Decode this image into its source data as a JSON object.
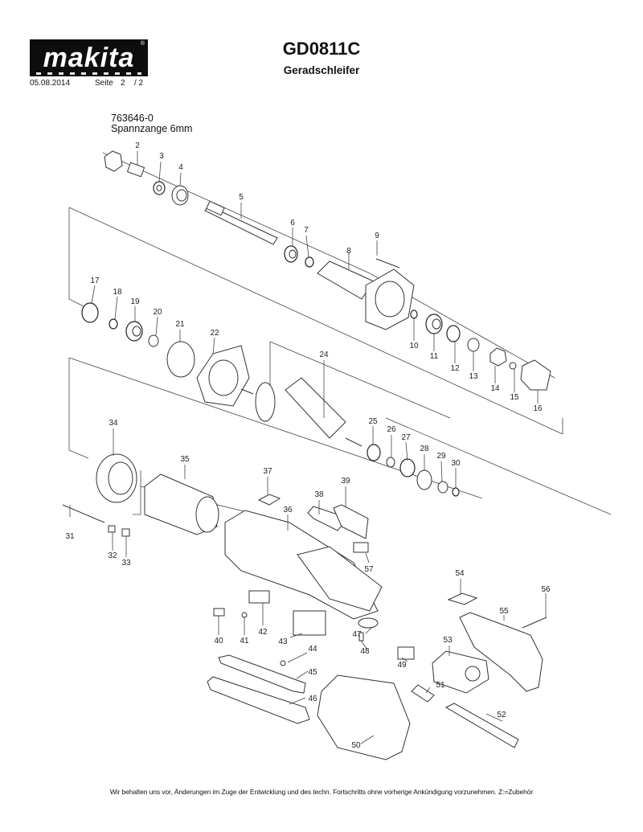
{
  "header": {
    "brand": "makita",
    "registered_mark": "®",
    "date": "05.08.2014",
    "page_label": "Seite",
    "page_number": "2",
    "page_total": "/ 2",
    "model": "GD0811C",
    "title": "Geradschleifer"
  },
  "kit": {
    "number": "763646-0",
    "name": "Spannzange 6mm"
  },
  "parts": [
    "2",
    "3",
    "4",
    "5",
    "6",
    "7",
    "8",
    "9",
    "10",
    "11",
    "12",
    "13",
    "14",
    "15",
    "16",
    "17",
    "18",
    "19",
    "20",
    "21",
    "22",
    "24",
    "25",
    "26",
    "27",
    "28",
    "29",
    "30",
    "31",
    "32",
    "33",
    "34",
    "35",
    "36",
    "37",
    "38",
    "39",
    "40",
    "41",
    "42",
    "43",
    "44",
    "45",
    "46",
    "47",
    "48",
    "49",
    "50",
    "51",
    "52",
    "53",
    "54",
    "55",
    "56",
    "57"
  ],
  "footer": "Wir behalten uns vor, Änderungen im Zuge der Entwicklung und des techn. Fortschritts ohne vorherige Ankündigung vorzunehmen. Z:=Zubehör",
  "colors": {
    "ink": "#111111",
    "logo_bg": "#0d0d0d"
  }
}
